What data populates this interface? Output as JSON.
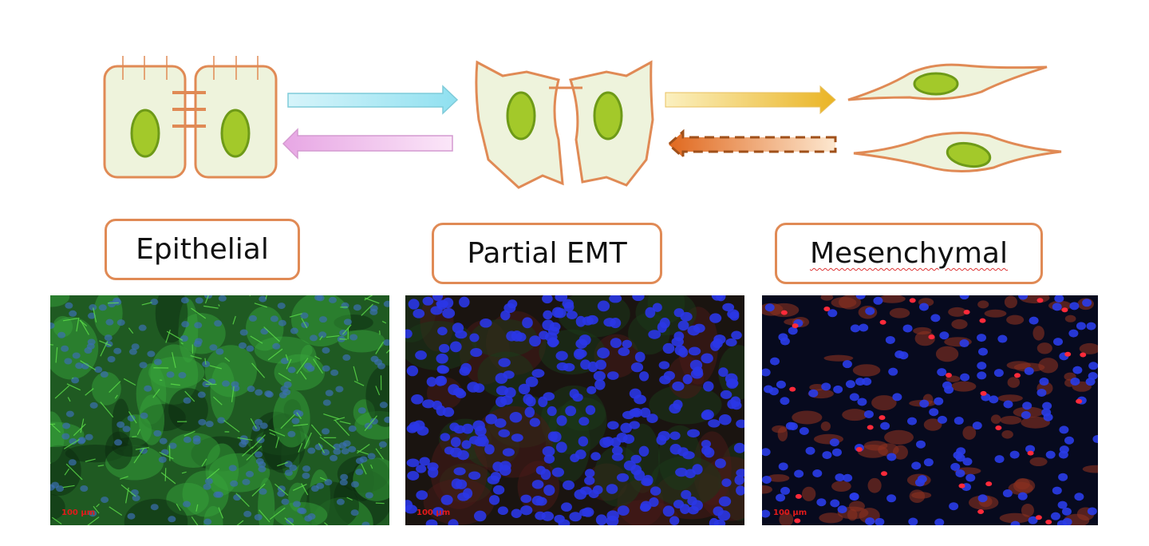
{
  "labels": {
    "epithelial": "Epithelial",
    "partial_emt": "Partial EMT",
    "mesenchymal": "Mesenchymal"
  },
  "micrographs": [
    {
      "name": "epithelial",
      "scale_bar": "100 µm",
      "membrane_color": "#3fc23a",
      "nucleus_color": "#3a6fd0"
    },
    {
      "name": "partial-emt",
      "scale_bar": "100 µm",
      "membrane_color": "#2a6a2a",
      "nucleus_color": "#2a3cf0"
    },
    {
      "name": "mesenchymal",
      "scale_bar": "100 µm",
      "membrane_color": "#e0352a",
      "nucleus_color": "#2a3cf0"
    }
  ],
  "colors": {
    "cell_outline": "#e08a55",
    "cytoplasm": "#eef3dc",
    "nucleus": "#a3c92a",
    "arrow_forward_1": "#a8e6f2",
    "arrow_back_1": "#f0b8ec",
    "arrow_forward_2": "#f0c040",
    "arrow_back_2": "#e0782a"
  }
}
